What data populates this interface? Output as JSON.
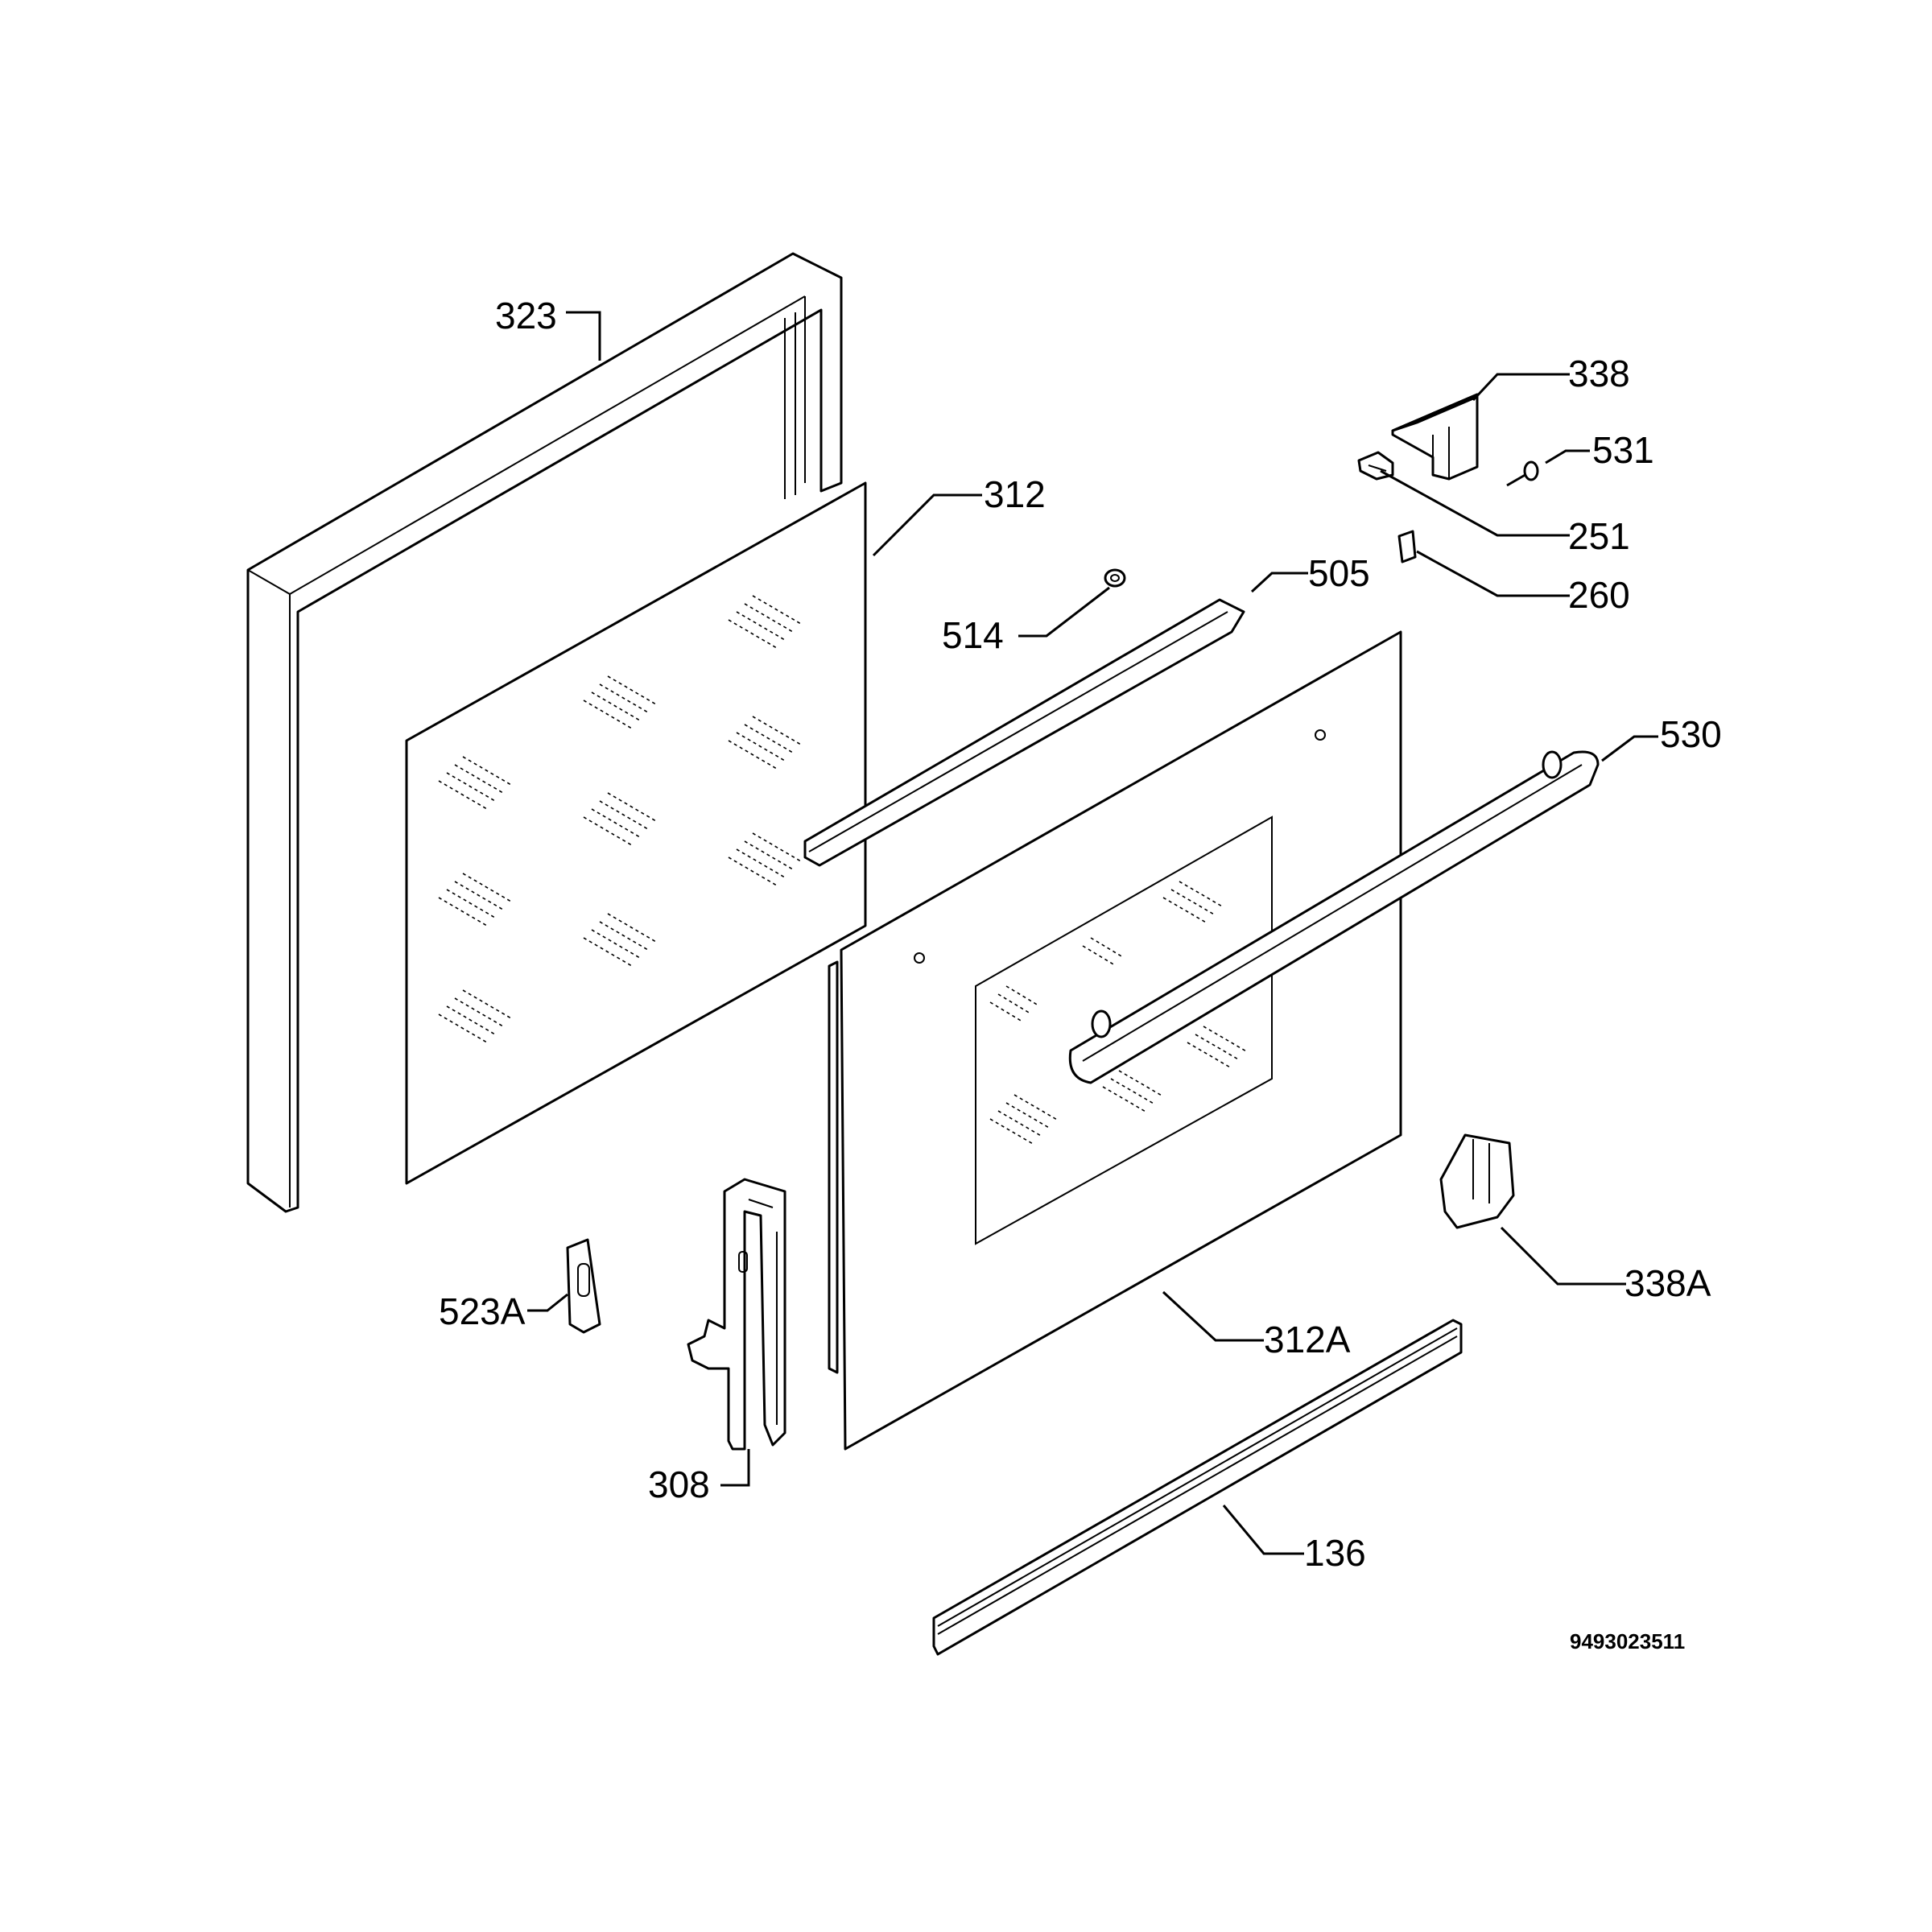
{
  "diagram": {
    "labels": {
      "p323": "323",
      "p312": "312",
      "p338": "338",
      "p531": "531",
      "p251": "251",
      "p260": "260",
      "p514": "514",
      "p505": "505",
      "p530": "530",
      "p338a": "338A",
      "p523a": "523A",
      "p312a": "312A",
      "p308": "308",
      "p136": "136"
    },
    "drawing_code": "9493023511"
  }
}
